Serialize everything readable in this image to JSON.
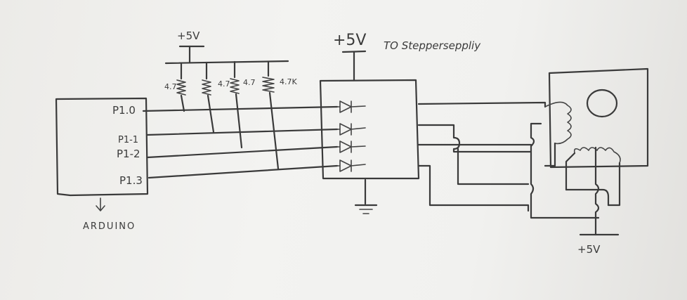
{
  "supply_top_left": "+5V",
  "supply_top_driver": "+5V",
  "stepper_supply_note": "TO Stepperseppliy",
  "supply_bottom": "+5V",
  "arduino_pins": [
    "P1.0",
    "P1-1",
    "P1-2",
    "P1.3"
  ],
  "arduino_label": "ARDUINO",
  "resistors": [
    "4.7",
    "4.7",
    "4.7",
    "4.7K"
  ]
}
